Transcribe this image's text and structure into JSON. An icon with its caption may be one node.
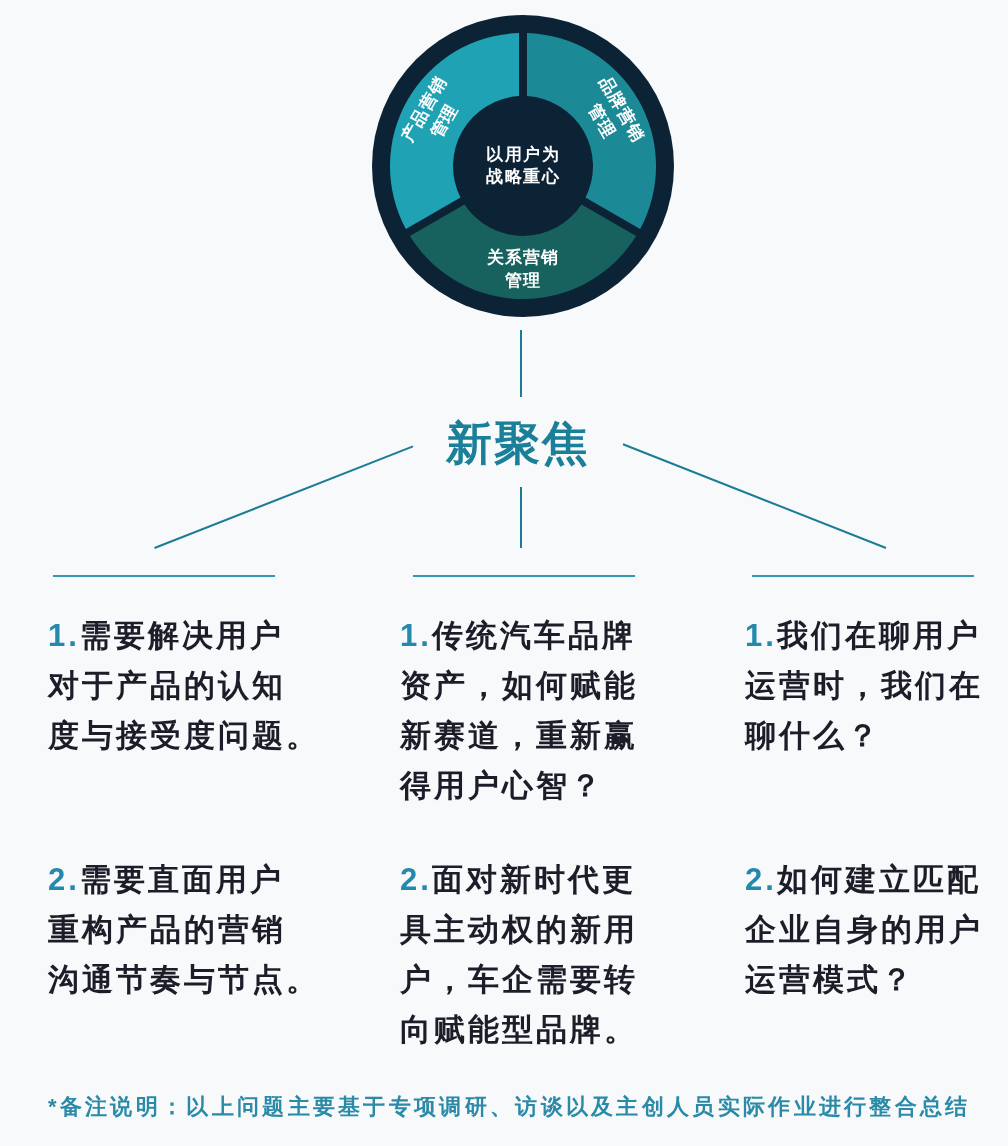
{
  "diagram": {
    "nodes": [
      {
        "text": [],
        "shape": "circle"
      },
      {
        "text": [
          "产品营销管理"
        ],
        "in": 0
      },
      {
        "text": [
          "品牌营销管理"
        ],
        "in": 0
      },
      {
        "text": [
          "以用户为战略重心"
        ],
        "in": 0
      },
      {
        "text": [
          "关系营销管理"
        ],
        "in": 0
      },
      {
        "text": [
          "新聚焦"
        ]
      },
      {
        "text": [
          "1.需要解决用户对于产品的认知度与接受度问题。",
          "2.需要直面用户重构产品的营销沟通节奏与节点。"
        ]
      },
      {
        "text": [
          "1.传统汽车品牌资产，如何赋能新赛道，重新赢得用户心智？",
          "2.面对新时代更具主动权的新用户，车企需要转向赋能型品牌。"
        ]
      },
      {
        "text": [
          "1.我们在聊用户运营时，我们在聊什么？",
          "2.如何建立匹配企业自身的用户运营模式？"
        ]
      }
    ],
    "edges": [
      {
        "from": 0,
        "to": 5,
        "arrow": "none"
      },
      {
        "from": 5,
        "to": 6,
        "arrow": "none"
      },
      {
        "from": 5,
        "to": 7,
        "arrow": "none"
      },
      {
        "from": 5,
        "to": 8,
        "arrow": "none"
      }
    ],
    "labels": [
      "*备注说明：以上问题主要基于专项调研、访谈以及主创人员实际作业进行整合总结"
    ]
  }
}
